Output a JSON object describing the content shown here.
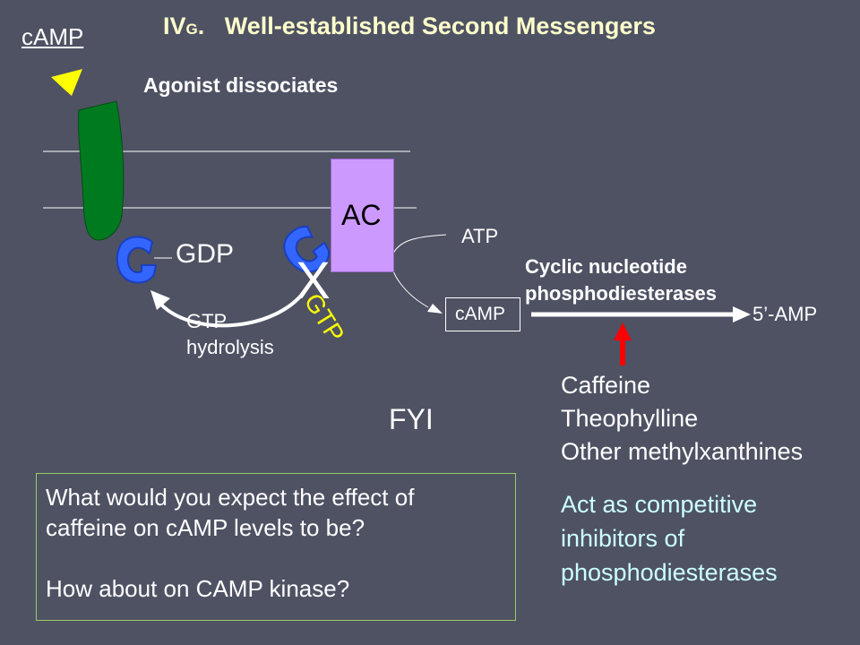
{
  "slide": {
    "title_prefix": "IV",
    "title_sub": "G",
    "title_dot": ".",
    "title_main": "Well-established Second Messengers",
    "topic": "cAMP"
  },
  "diagram": {
    "agonist_text": "Agonist dissociates",
    "ac_label": "AC",
    "gdp_label": "GDP",
    "x_mark": "X",
    "gtp_label": "GTP",
    "gtp_hydrolysis_line1": "GTP",
    "gtp_hydrolysis_line2": "hydrolysis",
    "atp_label": "ATP",
    "camp_label": "cAMP",
    "pde_line1": "Cyclic nucleotide",
    "pde_line2": "phosphodiesterases",
    "amp_label": "5’-AMP",
    "fyi_label": "FYI"
  },
  "inhibitors": {
    "items": [
      "Caffeine",
      "Theophylline",
      "Other methylxanthines"
    ],
    "act_line1": "Act as competitive",
    "act_line2": "inhibitors of",
    "act_line3": "phosphodiesterases"
  },
  "question": {
    "line1": "What would you expect the effect of",
    "line2": "caffeine on cAMP levels to be?",
    "line3": "How about on CAMP kinase?"
  },
  "colors": {
    "background": "#4e5263",
    "title": "#ffffcc",
    "receptor": "#007a1f",
    "g_protein": "#3366ff",
    "adenylyl_cyclase": "#cc99ff",
    "agonist": "#ffff00",
    "gtp_text": "#ffff00",
    "inhibit_arrow": "#ff0000",
    "act_text": "#ccffff",
    "question_border": "#99cc66"
  }
}
